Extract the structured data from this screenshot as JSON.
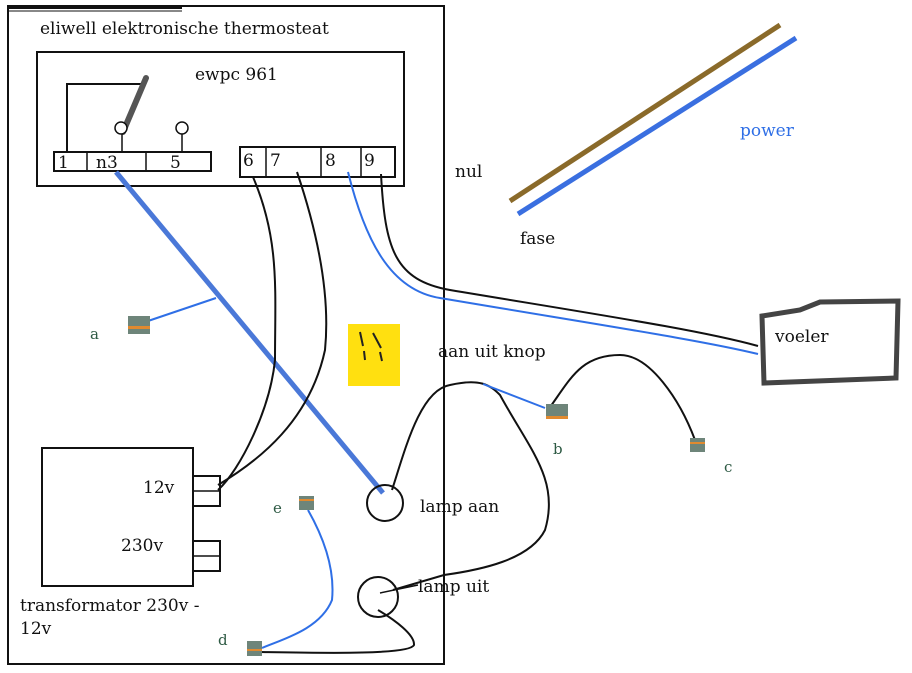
{
  "title": "eliwell elektronische thermosteat",
  "controller": {
    "model": "ewpc 961",
    "terminals_left": [
      "1",
      "n3",
      "5"
    ],
    "terminals_right": [
      "6",
      "7",
      "8",
      "9"
    ]
  },
  "labels": {
    "nul": "nul",
    "fase": "fase",
    "power": "power",
    "voeler": "voeler",
    "aan_uit_knop": "aan uit knop",
    "lamp_aan": "lamp aan",
    "lamp_uit": "lamp uit",
    "v12": "12v",
    "v230": "230v",
    "transformer_line1": "transformator 230v -",
    "transformer_line2": "12v"
  },
  "connectors": {
    "a": "a",
    "b": "b",
    "c": "c",
    "d": "d",
    "e": "e"
  },
  "colors": {
    "wire_black": "#111111",
    "wire_blue": "#2f6fe6",
    "wire_thick_blue": "#4a78d8",
    "power_brown": "#8a6a2a",
    "power_blue": "#3a6fe0",
    "connector_fill": "#6e857a",
    "connector_stripe": "#e08a30",
    "sticky_yellow": "#ffe010",
    "power_label": "#2f6fe6",
    "connector_label": "#2e5a44"
  }
}
